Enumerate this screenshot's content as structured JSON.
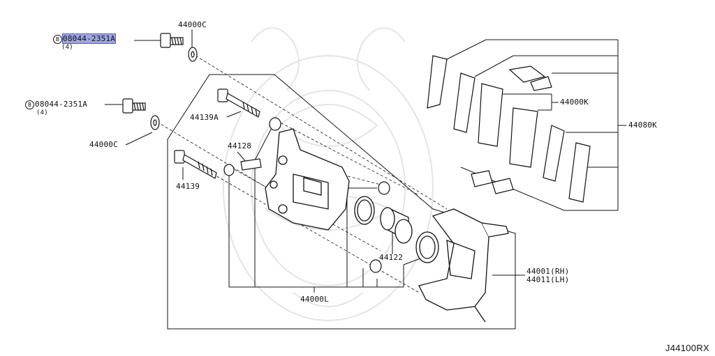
{
  "diagram": {
    "labels": {
      "bolt_top": "08044-2351A",
      "bolt_top_symbol": "B",
      "bolt_top_qty": "(4)",
      "washer_top": "44000C",
      "bolt_mid": "08044-2351A",
      "bolt_mid_symbol": "B",
      "bolt_mid_qty": "(4)",
      "washer_mid": "44000C",
      "pin_bolt_a": "44139A",
      "pin_bolt": "44139",
      "bleeder": "44128",
      "piston": "44122",
      "seal_kit": "44000L",
      "pads": "44000K",
      "pad_kit": "44080K",
      "caliper_rh": "44001(RH)",
      "caliper_lh": "44011(LH)"
    },
    "reference_code": "J44100RX"
  }
}
